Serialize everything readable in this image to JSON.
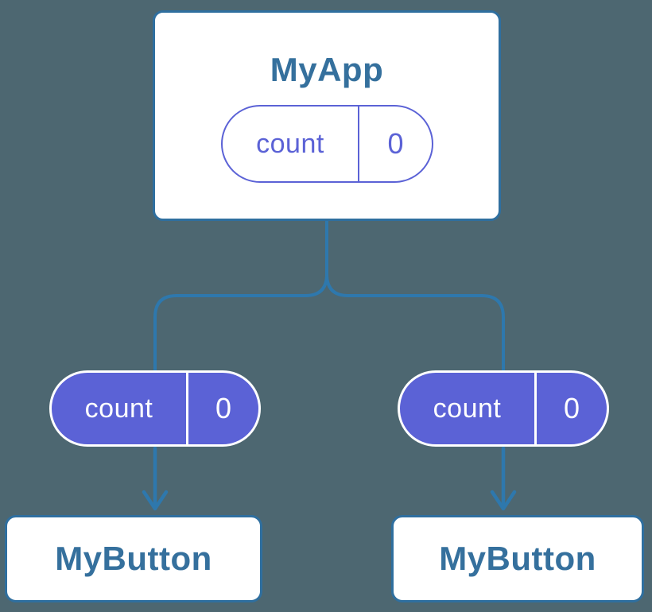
{
  "diagram": {
    "description": "Component tree sharing state between components",
    "nodes": {
      "root": {
        "title": "MyApp",
        "state": {
          "label": "count",
          "value": "0"
        }
      },
      "left_child": {
        "title": "MyButton",
        "state": {
          "label": "count",
          "value": "0"
        }
      },
      "right_child": {
        "title": "MyButton",
        "state": {
          "label": "count",
          "value": "0"
        }
      }
    }
  },
  "colors": {
    "background": "#4d6771",
    "connector": "#2e78ad",
    "node-border": "#2f6f9f",
    "heading": "#35709d",
    "purple": "#5b62d6",
    "white": "#ffffff"
  }
}
